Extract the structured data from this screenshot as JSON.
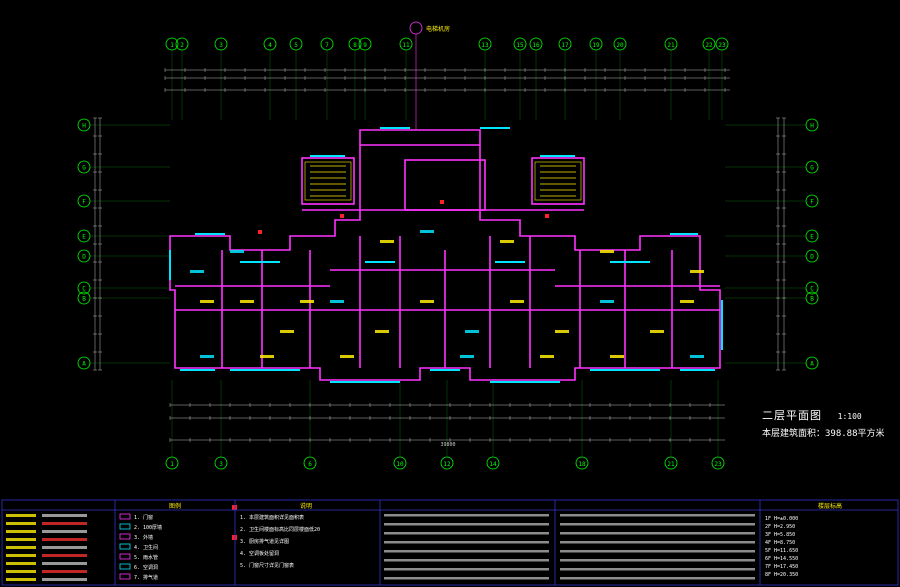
{
  "drawing": {
    "title": "二层平面图",
    "scale": "1:100",
    "area_label": "本层建筑面积：398.88平方米",
    "top_callout": "电梯机房",
    "top_axes": [
      "1",
      "2",
      "3",
      "4",
      "5",
      "7",
      "8",
      "9",
      "11",
      "13",
      "15",
      "16",
      "17",
      "19",
      "20",
      "21",
      "22",
      "23"
    ],
    "bottom_axes": [
      "1",
      "3",
      "6",
      "10",
      "12",
      "14",
      "18",
      "21",
      "23"
    ],
    "row_axes": [
      "H",
      "G",
      "F",
      "E",
      "D",
      "C",
      "B",
      "A"
    ],
    "overall_dimension": "39800"
  },
  "colors": {
    "background": "#000000",
    "axis": "#00ff00",
    "wall": "#ff00ff",
    "window": "#00ffff",
    "dimension": "#c8c8c8",
    "text": "#ffff00",
    "highlight": "#ff0000",
    "legend_frame": "#3333cc"
  },
  "legend_panel": {
    "header": "图例",
    "rows": [
      "1. 门窗",
      "2. 100厚墙",
      "3. 外墙",
      "4. 卫生间",
      "5. 雨水管",
      "6. 空调洞",
      "7. 排气道"
    ]
  },
  "notes_panel": {
    "header": "说明",
    "rows": [
      "1. 本层建筑面积详见面积表",
      "2. 卫生间楼面标高比同层楼面低20",
      "3. 厨房排气道见详图",
      "4. 空调板处留洞",
      "5. 门窗尺寸详见门窗表"
    ]
  },
  "elevation_table": {
    "header": "楼层标高",
    "rows": [
      "1F H=±0.000",
      "2F H=2.950",
      "3F H=5.850",
      "4F H=8.750",
      "5F H=11.650",
      "6F H=14.550",
      "7F H=17.450",
      "8F H=20.350"
    ]
  }
}
